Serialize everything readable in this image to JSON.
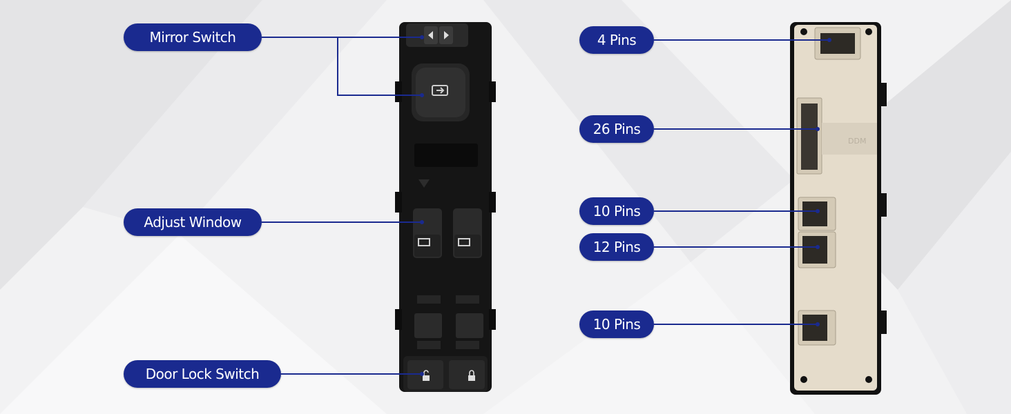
{
  "labels": {
    "mirror_switch": "Mirror Switch",
    "adjust_window": "Adjust Window",
    "door_lock_switch": "Door Lock Switch",
    "pins_4": "4 Pins",
    "pins_26": "26 Pins",
    "pins_10_top": "10 Pins",
    "pins_12": "12 Pins",
    "pins_10_bottom": "10 Pins"
  },
  "back_panel_text": "DDM",
  "colors": {
    "label_bg": "#1a2a8f",
    "label_text": "#ffffff",
    "switch_body": "#151515",
    "back_housing": "#e5dccb"
  },
  "icons": [
    "mirror-arrows-icon",
    "mirror-adjust-icon",
    "window-arrow-icon",
    "lock-icon",
    "unlock-icon"
  ]
}
